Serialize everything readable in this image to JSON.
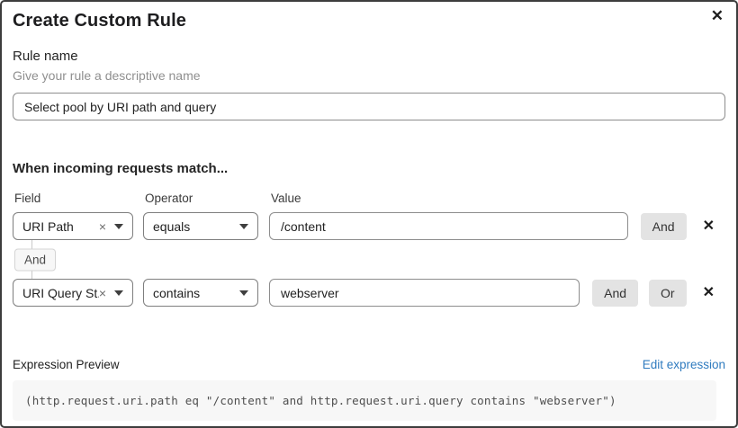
{
  "dialog": {
    "title": "Create Custom Rule",
    "close_glyph": "✕"
  },
  "rule_name": {
    "label": "Rule name",
    "helper": "Give your rule a descriptive name",
    "value": "Select pool by URI path and query"
  },
  "matcher": {
    "heading": "When incoming requests match...",
    "columns": {
      "field": "Field",
      "operator": "Operator",
      "value": "Value"
    },
    "connector_label": "And",
    "rows": [
      {
        "field": "URI Path",
        "operator": "equals",
        "value": "/content",
        "and_label": "And",
        "clear_glyph": "×",
        "delete_glyph": "✕"
      },
      {
        "field": "URI Query St...",
        "operator": "contains",
        "value": "webserver",
        "and_label": "And",
        "or_label": "Or",
        "clear_glyph": "×",
        "delete_glyph": "✕"
      }
    ]
  },
  "expression": {
    "label": "Expression Preview",
    "edit_link": "Edit expression",
    "code": "(http.request.uri.path eq \"/content\" and http.request.uri.query contains \"webserver\")"
  },
  "colors": {
    "link_blue": "#2f7bbf",
    "button_bg": "#e3e3e3",
    "code_bg": "#f7f7f7",
    "dialog_border": "#3d3d3d"
  }
}
